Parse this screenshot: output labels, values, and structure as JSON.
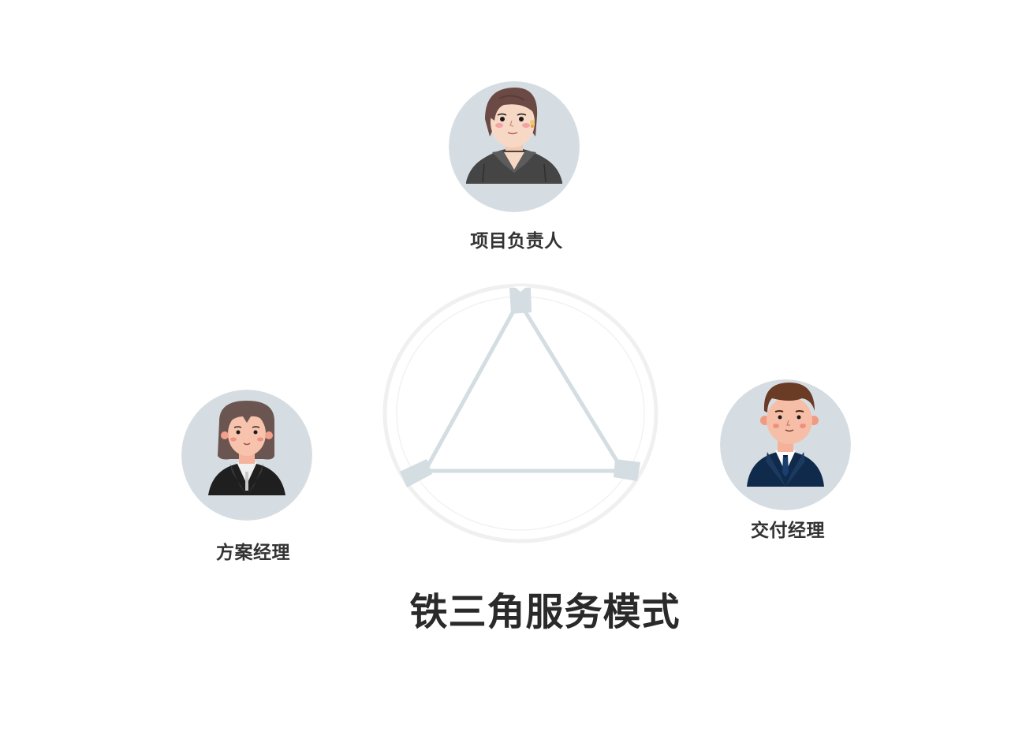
{
  "diagram": {
    "title": "铁三角服务模式",
    "roles": {
      "project_lead": {
        "label": "项目负责人",
        "icon": "woman-short-hair-avatar"
      },
      "solution_manager": {
        "label": "方案经理",
        "icon": "woman-long-hair-avatar"
      },
      "delivery_manager": {
        "label": "交付经理",
        "icon": "man-suit-avatar"
      }
    }
  },
  "colors": {
    "avatar_bg": "#d6dde2",
    "triangle_line": "#d4dde1",
    "ring": "#f0f0f0",
    "text": "#333333"
  }
}
